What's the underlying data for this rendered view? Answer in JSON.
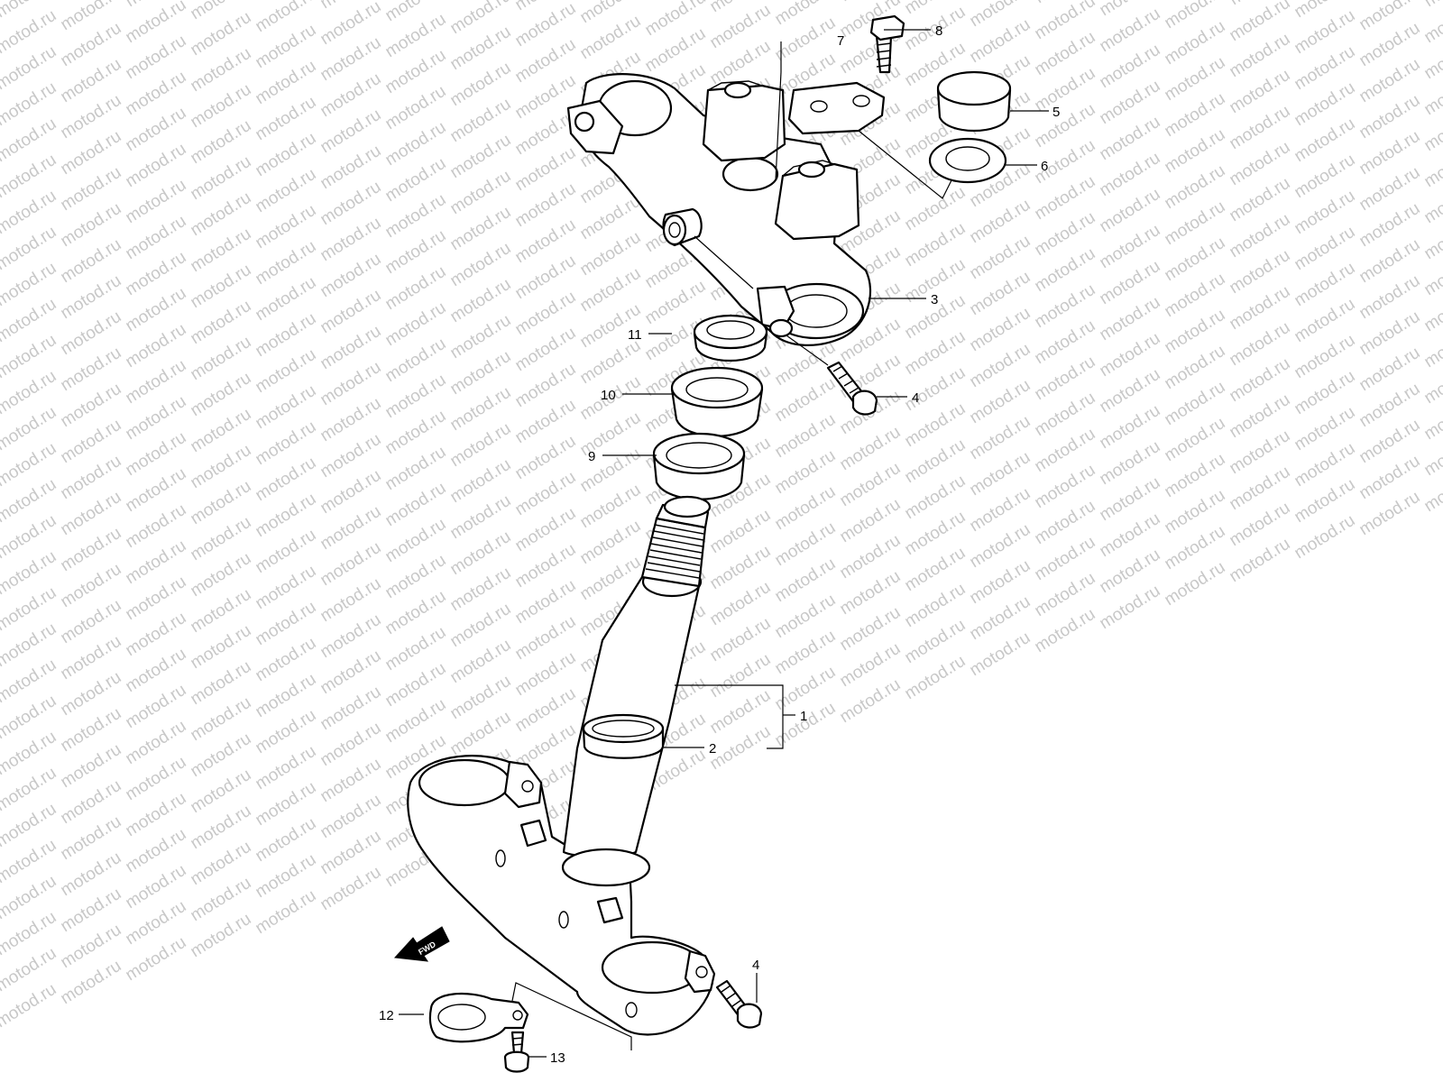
{
  "watermark": {
    "text": "motod.ru"
  },
  "fwd_label": "FWD",
  "callouts": [
    {
      "id": "c1",
      "number": "1",
      "part": "steering-stem"
    },
    {
      "id": "c2",
      "number": "2",
      "part": "dust-seal"
    },
    {
      "id": "c3",
      "number": "3",
      "part": "upper-bracket"
    },
    {
      "id": "c4a",
      "number": "4",
      "part": "clamp-bolt"
    },
    {
      "id": "c4b",
      "number": "4",
      "part": "clamp-bolt"
    },
    {
      "id": "c5",
      "number": "5",
      "part": "stem-head-nut"
    },
    {
      "id": "c6",
      "number": "6",
      "part": "washer"
    },
    {
      "id": "c7",
      "number": "7",
      "part": "handlebar-holder"
    },
    {
      "id": "c8",
      "number": "8",
      "part": "holder-bolt"
    },
    {
      "id": "c9",
      "number": "9",
      "part": "bearing"
    },
    {
      "id": "c10",
      "number": "10",
      "part": "bearing-race"
    },
    {
      "id": "c11",
      "number": "11",
      "part": "stem-lock-nut"
    },
    {
      "id": "c12",
      "number": "12",
      "part": "hose-clamp"
    },
    {
      "id": "c13",
      "number": "13",
      "part": "clamp-screw"
    }
  ]
}
